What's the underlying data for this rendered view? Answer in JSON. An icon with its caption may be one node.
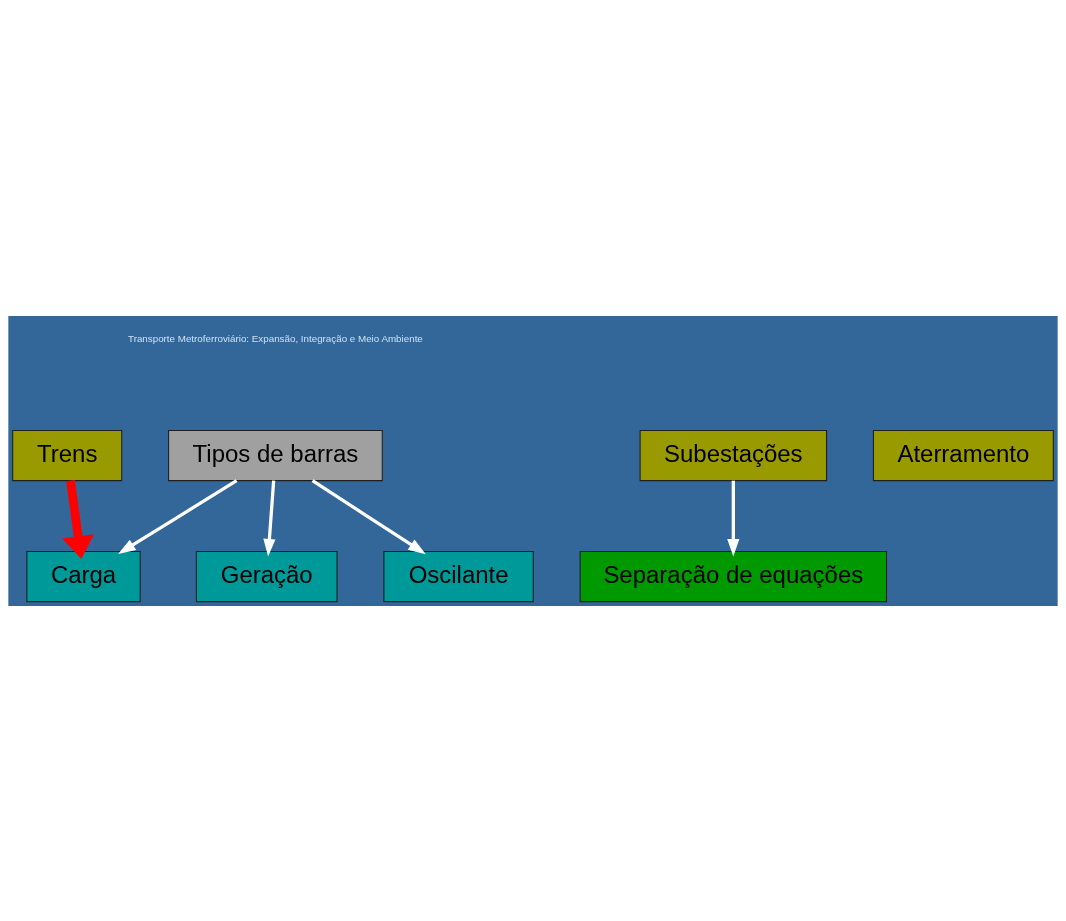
{
  "diagram": {
    "nodes": [
      {
        "text": [
          "Tipos de barras"
        ]
      },
      {
        "text": [
          "Carga"
        ]
      },
      {
        "text": [
          "Geração"
        ]
      },
      {
        "text": [
          "Oscilante"
        ]
      },
      {
        "text": [
          "Trens"
        ]
      },
      {
        "text": [
          "Subestações"
        ]
      },
      {
        "text": [
          "Aterramento"
        ]
      },
      {
        "text": [
          "Separação de equações"
        ]
      }
    ],
    "edges": [
      {
        "from": 0,
        "to": 1,
        "arrow": "to"
      },
      {
        "from": 0,
        "to": 2,
        "arrow": "to"
      },
      {
        "from": 0,
        "to": 3,
        "arrow": "to"
      },
      {
        "from": 4,
        "to": 1,
        "arrow": "to",
        "style": "thick",
        "color": "#ff0000"
      },
      {
        "from": 5,
        "to": 7,
        "arrow": "to"
      }
    ],
    "labels": [
      "Transporte Metroferroviário: Expansão, Integração e Meio Ambiente"
    ]
  }
}
